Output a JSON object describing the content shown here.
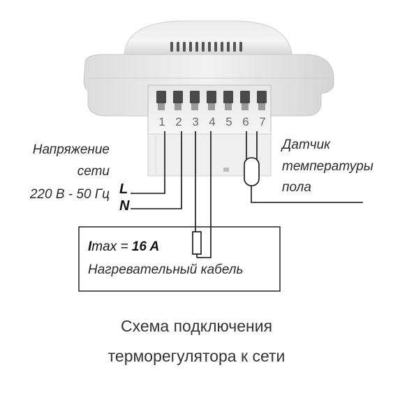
{
  "supply": {
    "line1": "Напряжение",
    "line2": "сети",
    "line3": "220 В - 50 Гц",
    "letter_l": "L",
    "letter_n": "N"
  },
  "terminals": [
    "1",
    "2",
    "3",
    "4",
    "5",
    "6",
    "7"
  ],
  "sensor": {
    "line1": "Датчик",
    "line2": "температуры",
    "line3": "пола"
  },
  "load": {
    "imax_prefix": "I",
    "imax_rest": "max = ",
    "imax_value": "16 A",
    "cable": "Нагревательный кабель"
  },
  "caption": {
    "line1": "Схема подключения",
    "line2": "терморегулятора к сети"
  }
}
